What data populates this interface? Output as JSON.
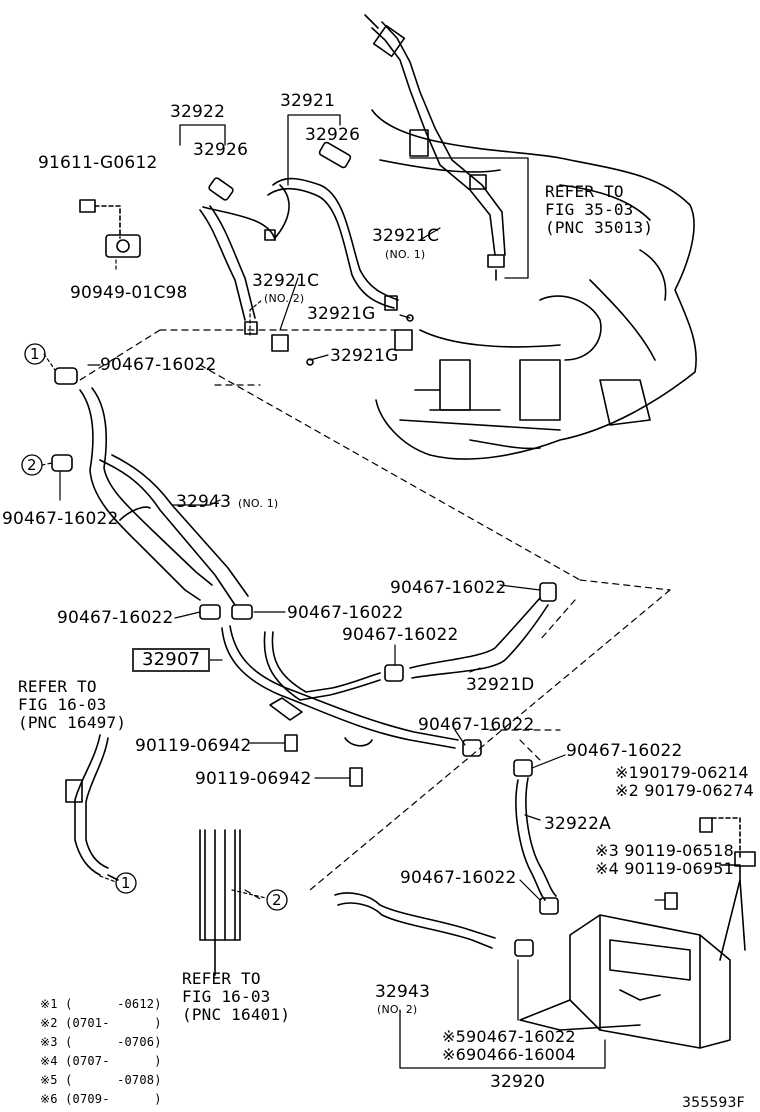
{
  "labels": {
    "p_91611_g0612": "91611-G0612",
    "p_90949_01c98": "90949-01C98",
    "p_32922": "32922",
    "p_32926_a": "32926",
    "p_32921": "32921",
    "p_32926_b": "32926",
    "p_32921c_1": "32921C",
    "p_no1_a": "(NO. 1)",
    "p_32921c_2": "32921C",
    "p_no2_a": "(NO. 2)",
    "p_32921g_1": "32921G",
    "p_32921g_2": "32921G",
    "p_90467_a": "90467-16022",
    "p_90467_b": "90467-16022",
    "p_32943_1": "32943",
    "p_no1_b": "(NO. 1)",
    "p_90467_c": "90467-16022",
    "p_90467_d": "90467-16022",
    "p_90467_e": "90467-16022",
    "p_90467_f": "90467-16022",
    "p_32907": "32907",
    "p_32921d": "32921D",
    "p_90119_a": "90119-06942",
    "p_90119_b": "90119-06942",
    "p_90467_g": "90467-16022",
    "p_90467_h": "90467-16022",
    "p_90179_1": "※190179-06214",
    "p_90179_2": "※2 90179-06274",
    "p_32922a": "32922A",
    "p_90119_3": "※3 90119-06518",
    "p_90119_4": "※4 90119-06951",
    "p_90467_i": "90467-16022",
    "p_32943_2": "32943",
    "p_no2_b": "(NO. 2)",
    "p_90467_5": "※590467-16022",
    "p_90466_6": "※690466-16004",
    "p_32920": "32920",
    "callout_1_top": "1",
    "callout_2_left": "2",
    "callout_1_bottom": "1",
    "callout_2_bottom": "2"
  },
  "refers": {
    "ref_35013": "REFER TO\nFIG 35-03\n(PNC 35013)",
    "ref_16497": "REFER TO\nFIG 16-03\n(PNC 16497)",
    "ref_16401": "REFER TO\nFIG 16-03\n(PNC 16401)"
  },
  "notes": [
    "※1 (      -0612)",
    "※2 (0701-      )",
    "※3 (      -0706)",
    "※4 (0707-      )",
    "※5 (      -0708)",
    "※6 (0709-      )"
  ],
  "figure_code": "355593F"
}
